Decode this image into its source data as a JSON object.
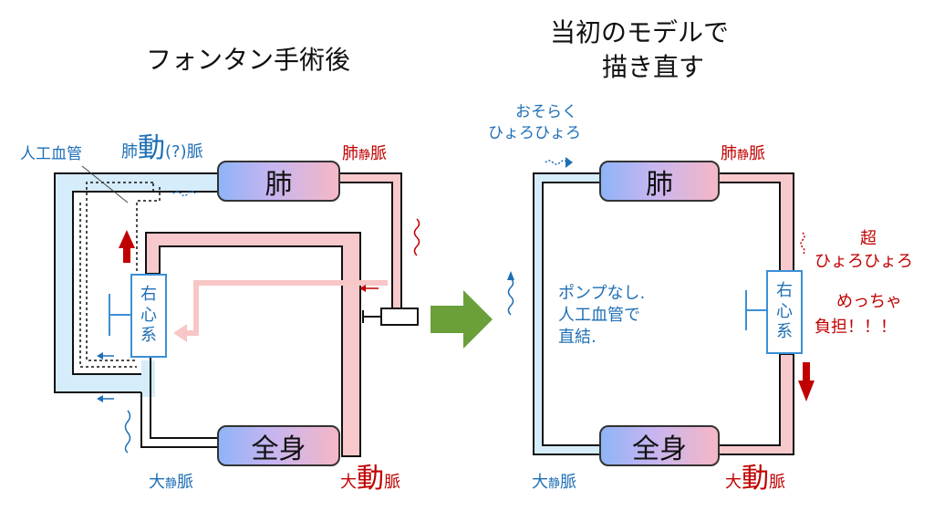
{
  "left": {
    "title": "フォンタン手術後",
    "lung": "肺",
    "body": "全身",
    "heart": [
      "右",
      "心",
      "系"
    ],
    "artificial_vessel": "人工血管",
    "pulmonary_artery": {
      "pre": "肺",
      "big": "動",
      "post": "(?)脈"
    },
    "pulmonary_vein": {
      "pre": "肺",
      "small": "静",
      "post": "脈"
    },
    "vena_cava": {
      "pre": "大",
      "small": "静",
      "post": "脈"
    },
    "aorta": {
      "pre": "大",
      "big": "動",
      "post": "脈"
    }
  },
  "right": {
    "title_line1": "当初のモデルで",
    "title_line2": "描き直す",
    "note_line1": "おそらく",
    "note_line2": "ひょろひょろ",
    "lung": "肺",
    "body": "全身",
    "heart": [
      "右",
      "心",
      "系"
    ],
    "pulmonary_vein": {
      "pre": "肺",
      "small": "静",
      "post": "脈"
    },
    "vena_cava": {
      "pre": "大",
      "small": "静",
      "post": "脈"
    },
    "aorta": {
      "pre": "大",
      "big": "動",
      "post": "脈"
    },
    "pump_note": [
      "ポンプなし.",
      "人工血管で",
      "直結."
    ],
    "super_note": [
      "超",
      "ひょろひょろ"
    ],
    "burden_note": [
      "めっちゃ",
      "負担！！！"
    ]
  },
  "colors": {
    "blue_vessel": "#d5ecfa",
    "red_vessel": "#f7c9cc",
    "blue_text": "#1f6fb5",
    "red_text": "#c00000",
    "big_arrow": "#6a9f3a",
    "dark_red_arrow": "#c00000"
  }
}
